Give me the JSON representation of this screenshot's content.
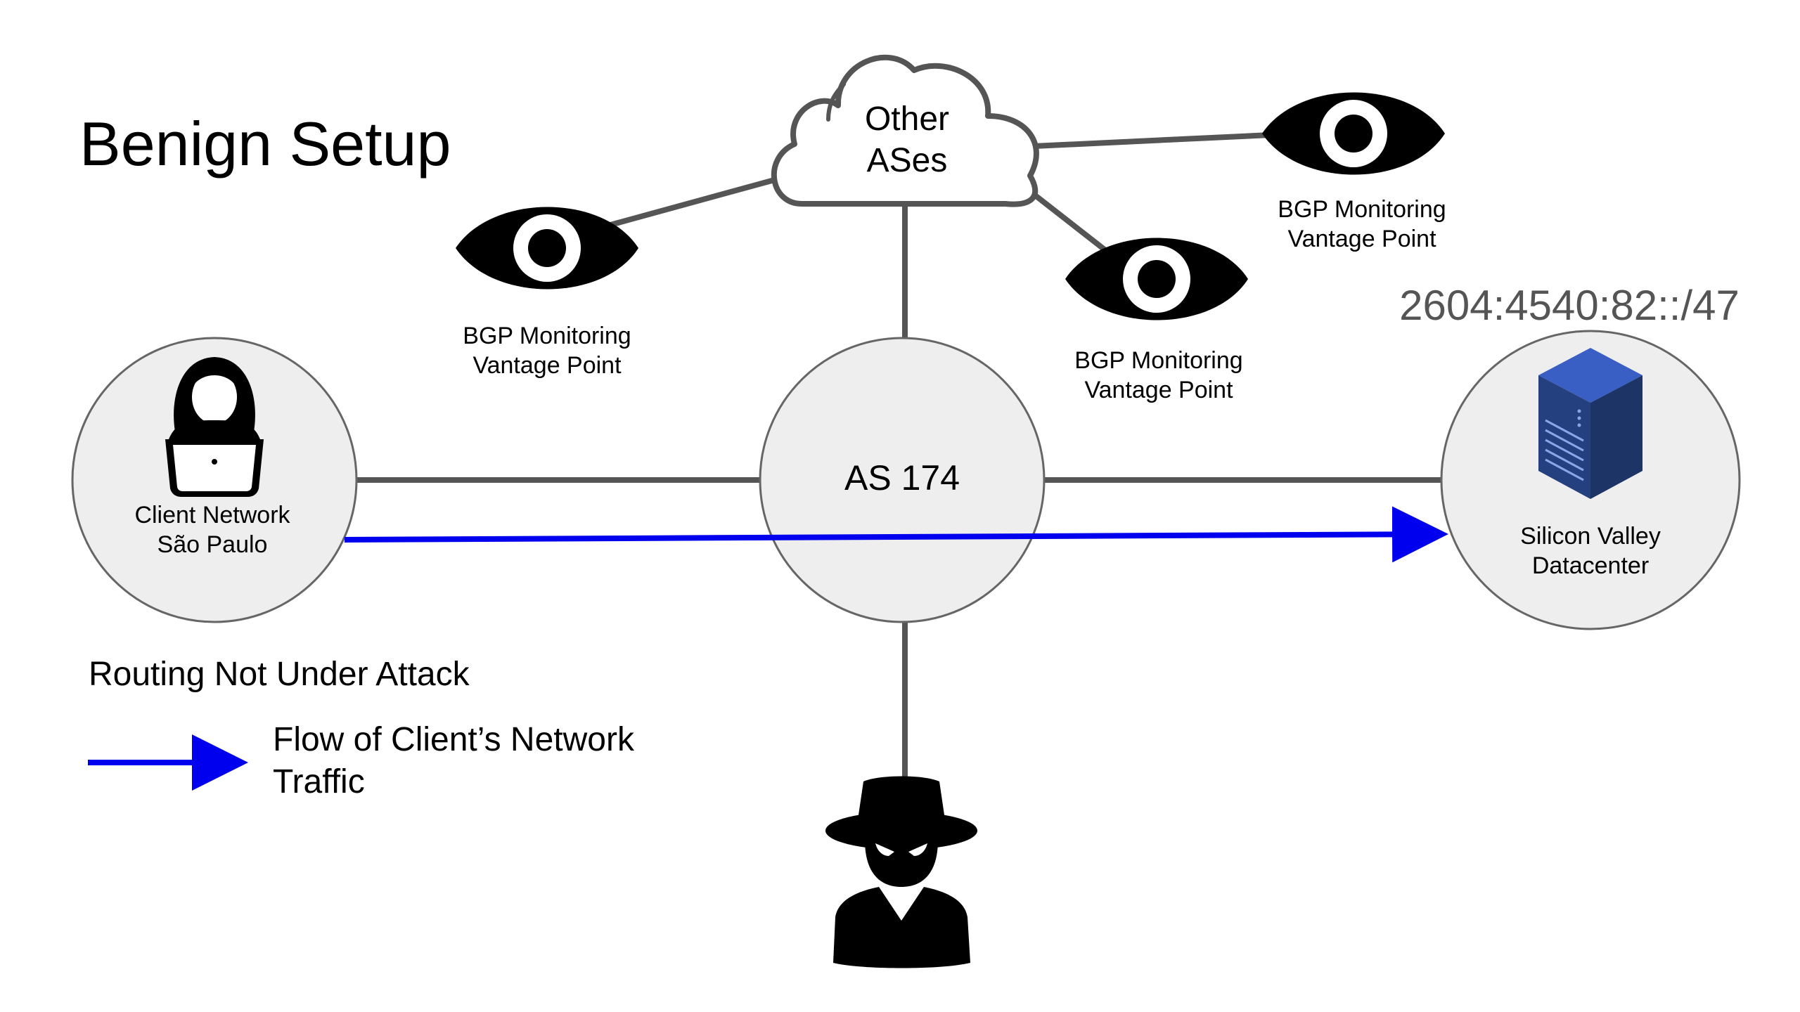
{
  "title": "Benign Setup",
  "nodes": {
    "cloud": {
      "line1": "Other",
      "line2": "ASes"
    },
    "as174": {
      "label": "AS 174"
    },
    "client": {
      "line1": "Client Network",
      "line2": "São Paulo"
    },
    "datacenter": {
      "line1": "Silicon Valley",
      "line2": "Datacenter",
      "prefix": "2604:4540:82::/47"
    },
    "monitor_left": {
      "line1": "BGP Monitoring",
      "line2": "Vantage Point"
    },
    "monitor_mid": {
      "line1": "BGP Monitoring",
      "line2": "Vantage Point"
    },
    "monitor_right": {
      "line1": "BGP Monitoring",
      "line2": "Vantage Point"
    }
  },
  "legend": {
    "heading": "Routing Not Under Attack",
    "item_line1": "Flow of Client’s Network",
    "item_line2": "Traffic"
  },
  "colors": {
    "traffic": "#0000ee",
    "link": "#555555",
    "node_fill": "#eeeeee",
    "node_stroke": "#666666",
    "prefix_text": "#555555"
  },
  "icons": {
    "client": "user-with-laptop-icon",
    "datacenter": "server-rack-icon",
    "attacker": "spy-attacker-icon",
    "monitor": "eye-icon",
    "cloud": "cloud-icon"
  }
}
